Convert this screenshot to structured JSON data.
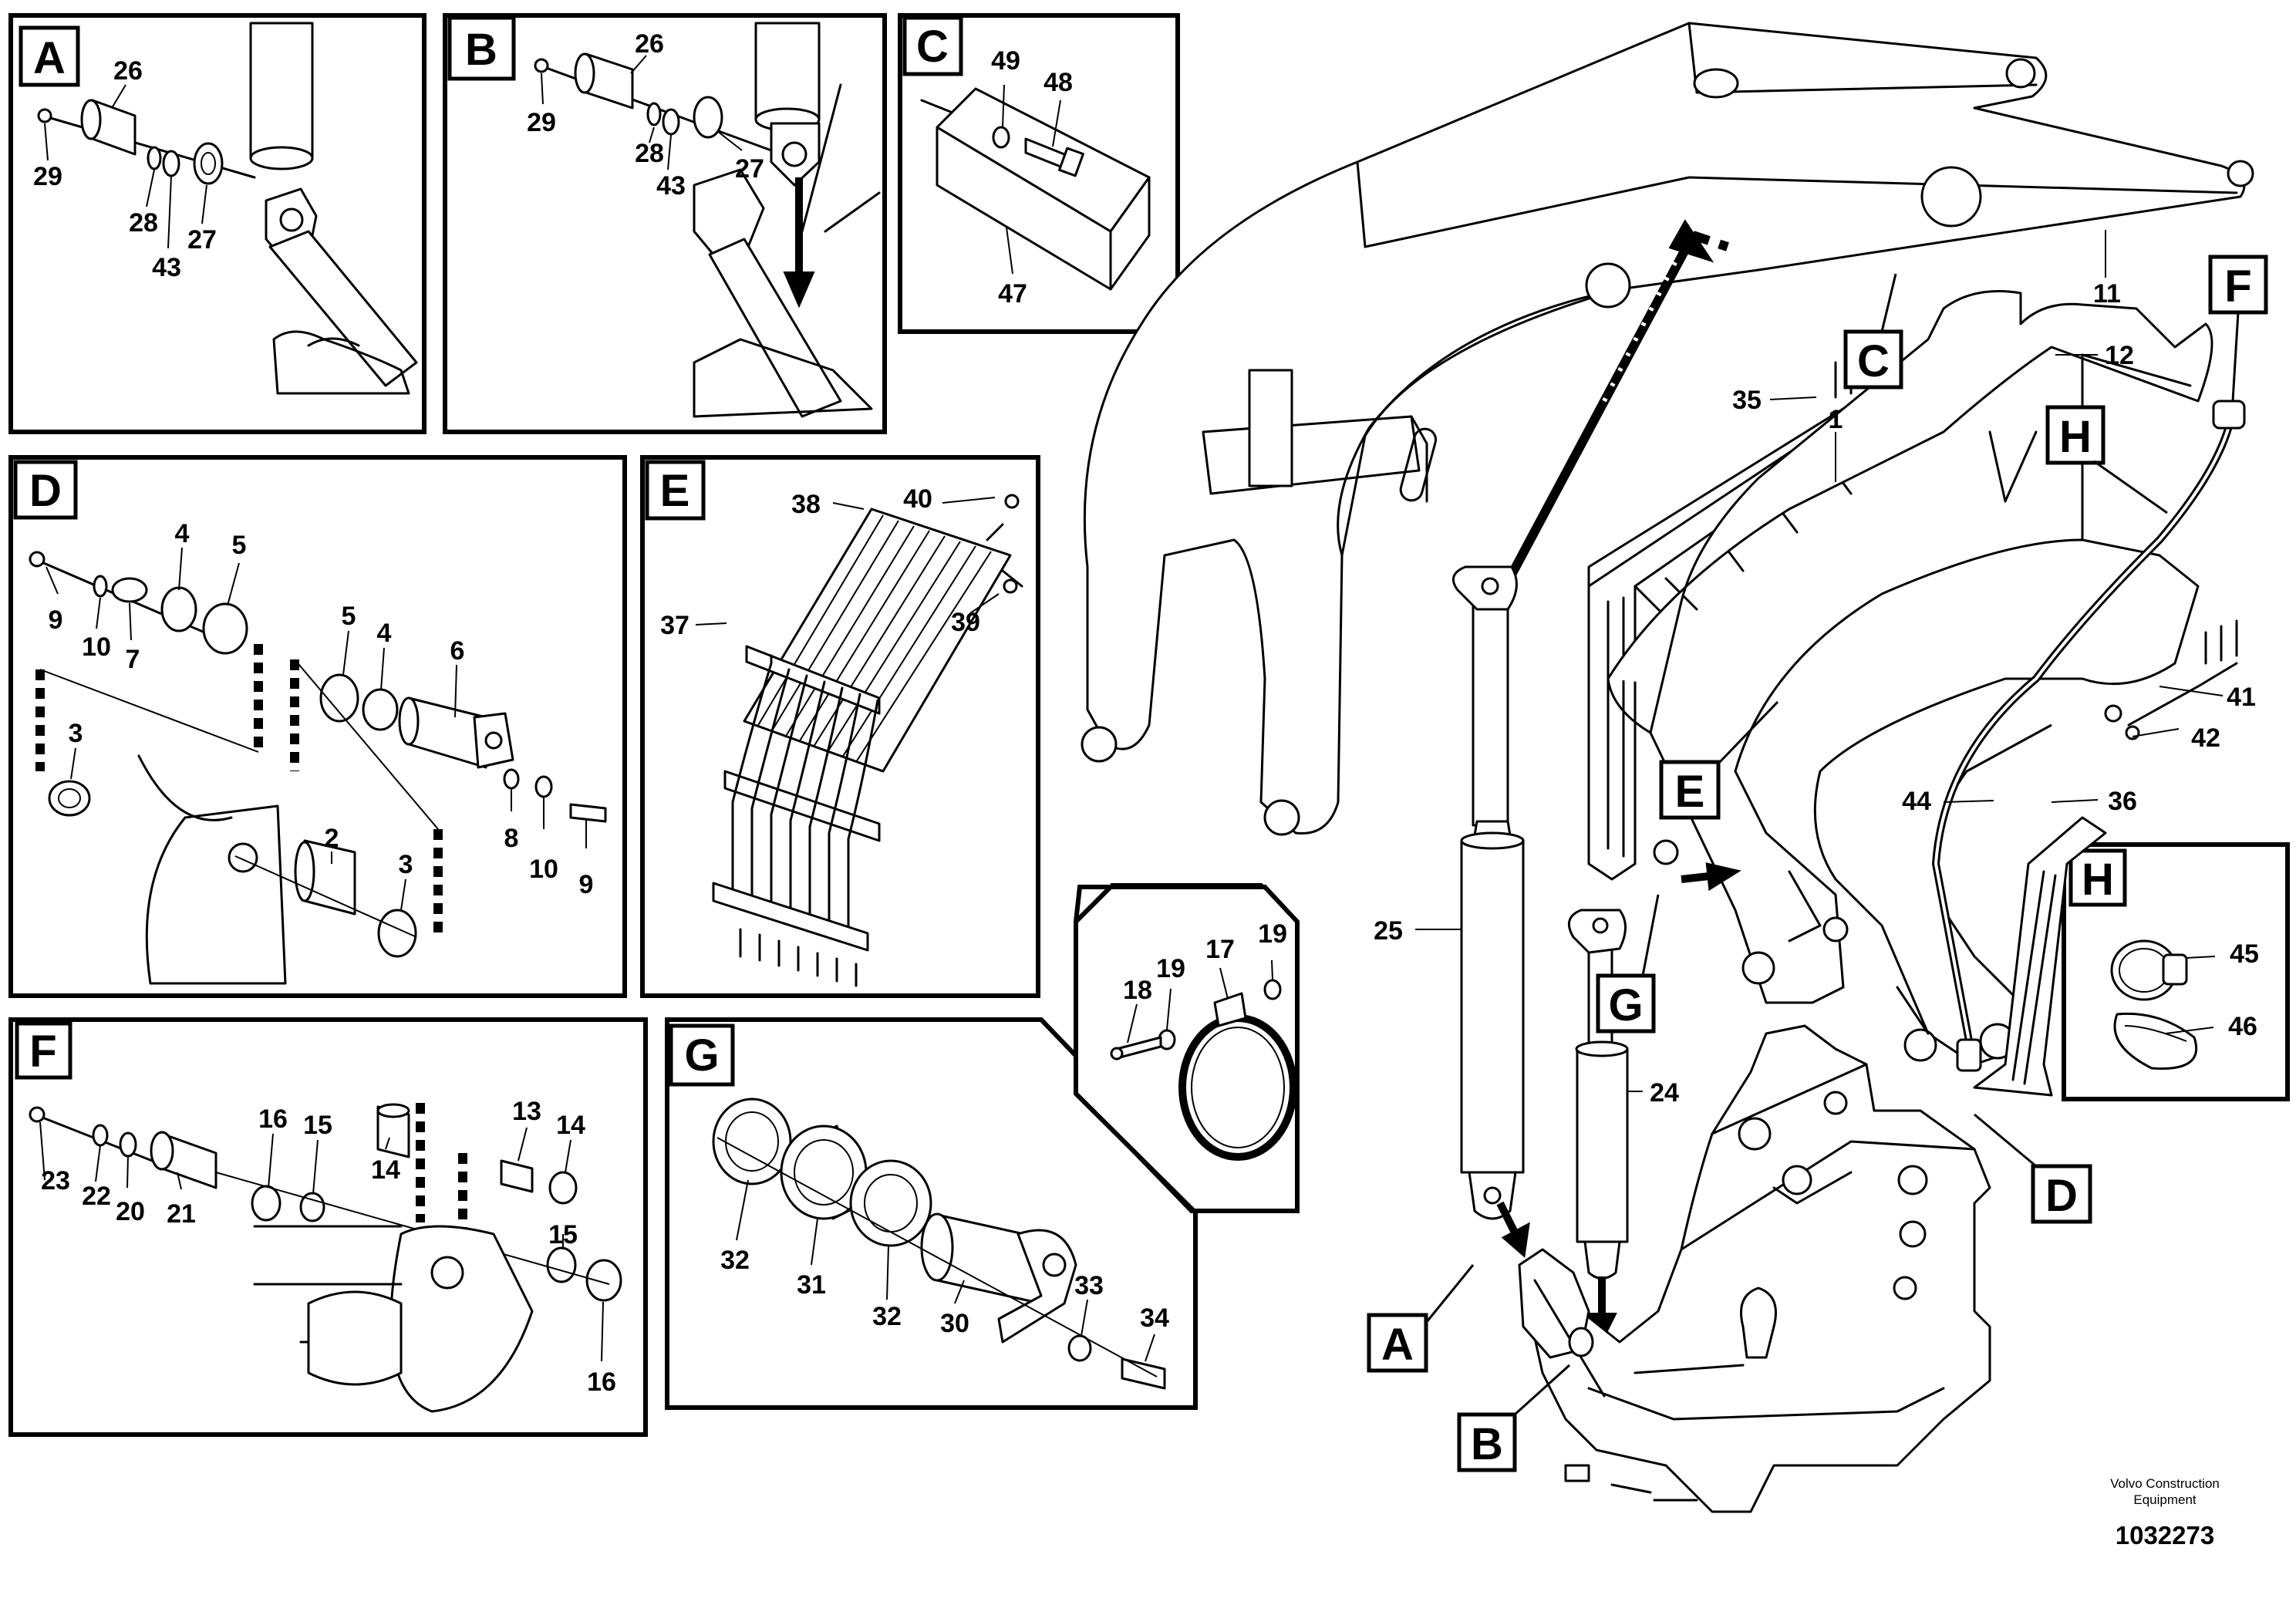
{
  "insets": {
    "A": {
      "letter": "A",
      "callouts": [
        "26",
        "29",
        "28",
        "43",
        "27"
      ]
    },
    "B": {
      "letter": "B",
      "callouts": [
        "26",
        "29",
        "28",
        "43",
        "27"
      ]
    },
    "C": {
      "letter": "C",
      "callouts": [
        "49",
        "48",
        "47"
      ]
    },
    "D": {
      "letter": "D",
      "callouts": [
        "9",
        "10",
        "7",
        "4",
        "5",
        "3",
        "5",
        "4",
        "6",
        "8",
        "10",
        "9",
        "2",
        "3"
      ]
    },
    "E": {
      "letter": "E",
      "callouts": [
        "38",
        "40",
        "37",
        "39"
      ]
    },
    "F": {
      "letter": "F",
      "callouts": [
        "23",
        "22",
        "20",
        "21",
        "16",
        "15",
        "14",
        "13",
        "14",
        "15",
        "16"
      ]
    },
    "G": {
      "letter": "G",
      "callouts": [
        "32",
        "31",
        "32",
        "30",
        "33",
        "34"
      ]
    },
    "ring": {
      "callouts": [
        "18",
        "19",
        "17",
        "19"
      ]
    },
    "H": {
      "letter": "H",
      "callouts": [
        "45",
        "46"
      ]
    }
  },
  "main": {
    "refs": [
      "C",
      "F",
      "H",
      "E",
      "G",
      "D",
      "A",
      "B"
    ],
    "callouts": [
      "11",
      "12",
      "35",
      "1",
      "41",
      "42",
      "36",
      "44",
      "25",
      "24"
    ]
  },
  "footer": {
    "company_line1": "Volvo Construction",
    "company_line2": "Equipment",
    "part_number": "1032273"
  }
}
